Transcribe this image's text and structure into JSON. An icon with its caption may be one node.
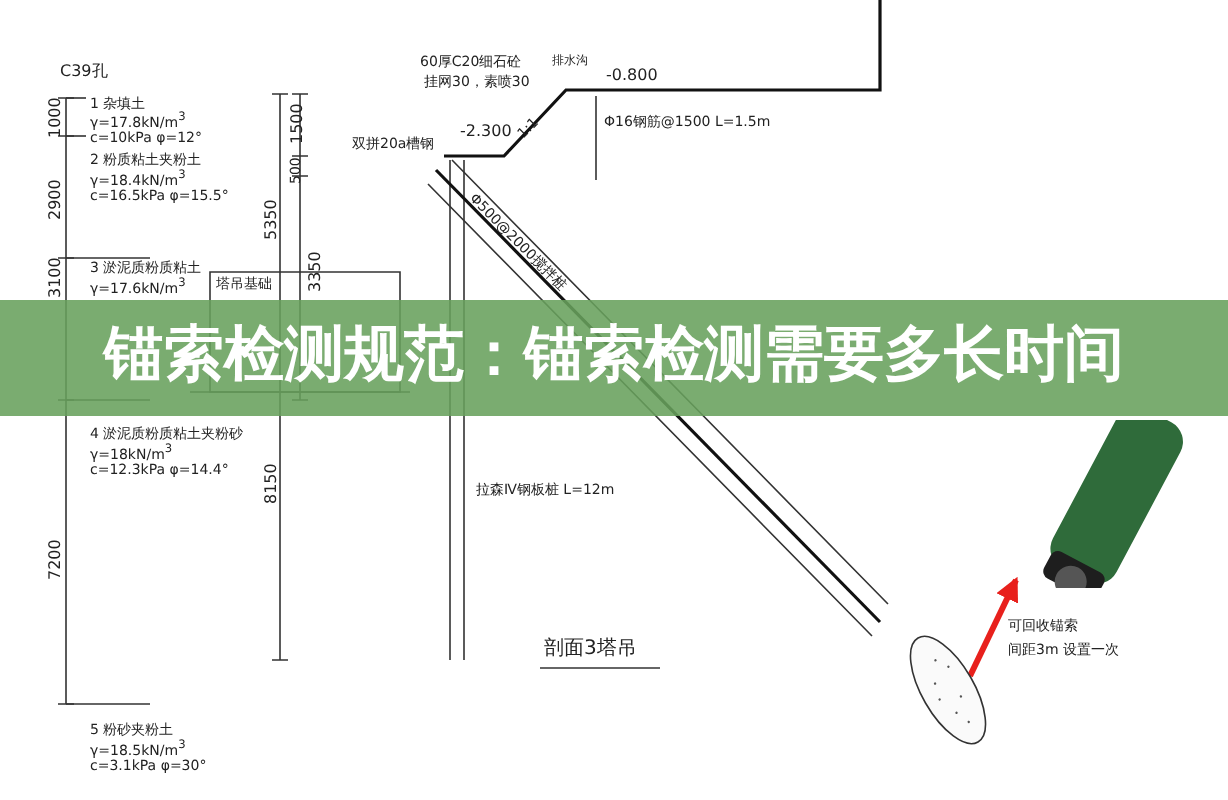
{
  "diagram": {
    "title": "锚索检测规范：锚索检测需要多长时间",
    "nodes": [
      {
        "text": [],
        "shape": "ellipse"
      },
      {
        "text": [],
        "shape": "picture"
      }
    ],
    "edges": [
      {
        "from": 0,
        "to": 1,
        "arrow": "to",
        "color": "#e8201c"
      }
    ],
    "labels": [
      "C39孔",
      "60厚C20细石砼",
      "排水沟",
      "-0.800",
      "挂网30，素喷30",
      "1000",
      "1 杂填土",
      "γ=17.8kN/m$^{3}$",
      "c=10kPa φ=12°",
      "1500",
      "1:1",
      "Φ16钢筋@1500 L=1.5m",
      "-2.300",
      "双拼20a槽钢",
      "500",
      "2 粉质粘土夹粉土",
      "γ=18.4kN/m$^{3}$",
      "c=16.5kPa φ=15.5°",
      "2900",
      "5350",
      "Φ500@2000搅拌桩",
      "3350",
      "3 淤泥质粉质粘土",
      "γ=17.6kN/m$^{3}$",
      "塔吊基础",
      "3100",
      "4 淤泥质粉质粘土夹粉砂",
      "γ=18kN/m$^{3}$",
      "c=12.3kPa φ=14.4°",
      "8150",
      "拉森Ⅳ钢板桩 L=12m",
      "7200",
      "剖面3塔吊",
      "可回收锚索",
      "间距3m 设置一次",
      "5 粉砂夹粉土",
      "γ=18.5kN/m$^{3}$",
      "c=3.1kPa φ=30°"
    ]
  }
}
